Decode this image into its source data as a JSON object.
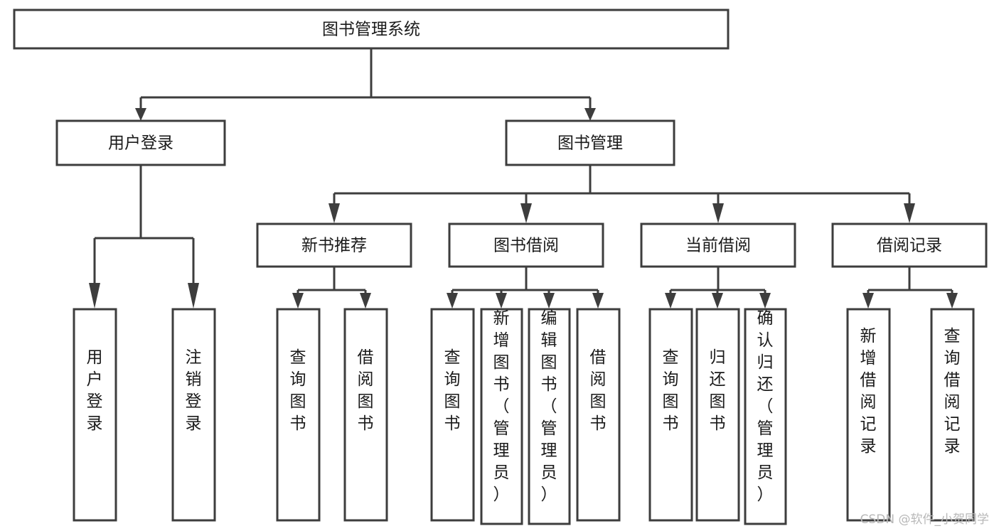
{
  "diagram": {
    "type": "tree",
    "title": "图书管理系统",
    "watermark": "CSDN @软件_小贺同学",
    "colors": {
      "stroke": "#3d3d3d",
      "fill": "#ffffff",
      "text": "#1a1a1a",
      "watermark": "#b8b8b8",
      "background": "#ffffff"
    },
    "levels": {
      "root": {
        "label": "图书管理系统"
      },
      "level2": [
        {
          "label": "用户登录"
        },
        {
          "label": "图书管理"
        }
      ],
      "level3": [
        {
          "label": "新书推荐"
        },
        {
          "label": "图书借阅"
        },
        {
          "label": "当前借阅"
        },
        {
          "label": "借阅记录"
        }
      ],
      "leaves": [
        {
          "label": "用户登录",
          "parent": "用户登录"
        },
        {
          "label": "注销登录",
          "parent": "用户登录"
        },
        {
          "label": "查询图书",
          "parent": "新书推荐"
        },
        {
          "label": "借阅图书",
          "parent": "新书推荐"
        },
        {
          "label": "查询图书",
          "parent": "图书借阅"
        },
        {
          "label": "新增图书（管理员）",
          "parent": "图书借阅"
        },
        {
          "label": "编辑图书（管理员）",
          "parent": "图书借阅"
        },
        {
          "label": "借阅图书",
          "parent": "图书借阅"
        },
        {
          "label": "查询图书",
          "parent": "当前借阅"
        },
        {
          "label": "归还图书",
          "parent": "当前借阅"
        },
        {
          "label": "确认归还（管理员）",
          "parent": "当前借阅"
        },
        {
          "label": "新增借阅记录",
          "parent": "借阅记录"
        },
        {
          "label": "查询借阅记录",
          "parent": "借阅记录"
        }
      ]
    }
  }
}
